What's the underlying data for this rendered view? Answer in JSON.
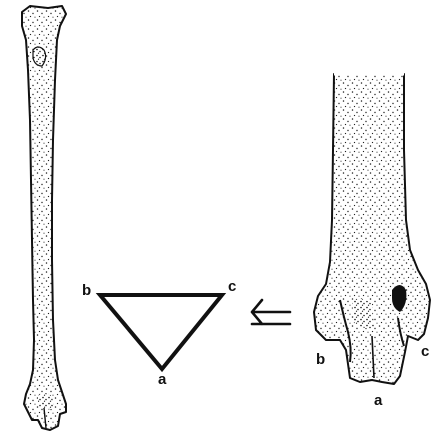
{
  "figure": {
    "triangle": {
      "labels": {
        "a": "a",
        "b": "b",
        "c": "c"
      }
    },
    "bone_closeup": {
      "labels": {
        "a": "a",
        "b": "b",
        "c": "c"
      }
    },
    "arrow": {
      "icon": "double-arrow-left-icon"
    },
    "colors": {
      "ink": "#111111",
      "paper": "#ffffff"
    }
  }
}
